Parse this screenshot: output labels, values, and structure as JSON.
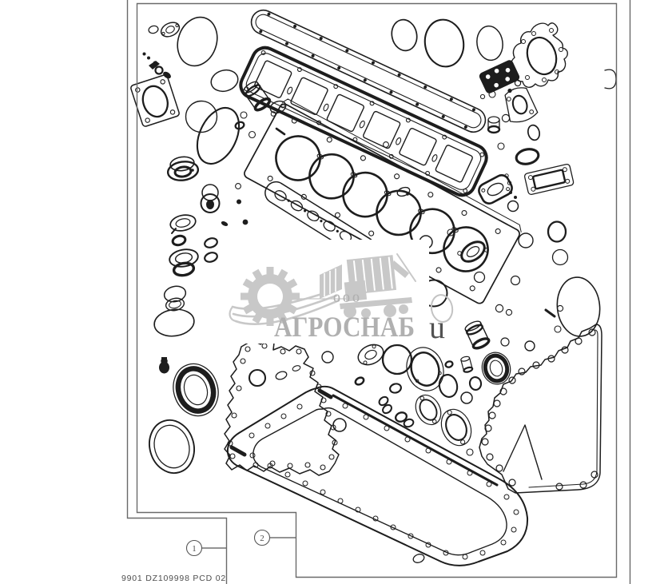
{
  "footer": {
    "code": "9901 DZ109998 PCD 02"
  },
  "callouts": [
    {
      "label": "1"
    },
    {
      "label": "2"
    }
  ],
  "watermark": {
    "org_form": "ООО",
    "brand": "АГРОСНАБ",
    "partial_text": "u"
  },
  "colors": {
    "c-line": "#1d1d1d",
    "c-border": "#6a6a6a",
    "c-footer": "#4d4d4d",
    "c-wm": "#c8c8c8",
    "c-wm-text": "#b0b0b0",
    "c-partial": "#525252",
    "c-paper": "#ffffff"
  }
}
